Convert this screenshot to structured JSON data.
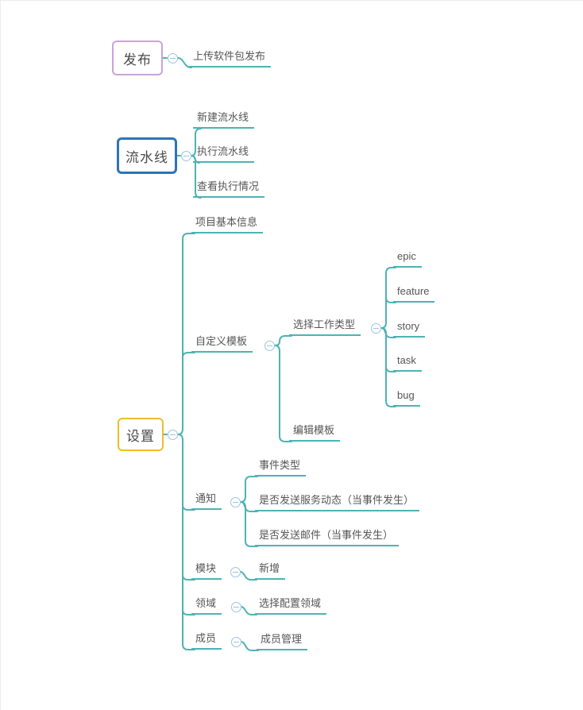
{
  "colors": {
    "line": "#4db3b3",
    "release-border": "#cba2dd",
    "pipeline-border": "#2e74b5",
    "settings-border": "#eebc2c",
    "collapse-border": "#9cc3e0"
  },
  "mindmap": {
    "roots": [
      {
        "label": "发布",
        "children": [
          {
            "label": "上传软件包发布"
          }
        ]
      },
      {
        "label": "流水线",
        "children": [
          {
            "label": "新建流水线"
          },
          {
            "label": "执行流水线"
          },
          {
            "label": "查看执行情况"
          }
        ]
      },
      {
        "label": "设置",
        "children": [
          {
            "label": "项目基本信息"
          },
          {
            "label": "自定义模板",
            "children": [
              {
                "label": "选择工作类型",
                "children": [
                  {
                    "label": "epic"
                  },
                  {
                    "label": "feature"
                  },
                  {
                    "label": "story"
                  },
                  {
                    "label": "task"
                  },
                  {
                    "label": "bug"
                  }
                ]
              },
              {
                "label": "编辑模板"
              }
            ]
          },
          {
            "label": "通知",
            "children": [
              {
                "label": "事件类型"
              },
              {
                "label": "是否发送服务动态（当事件发生）"
              },
              {
                "label": "是否发送邮件（当事件发生）"
              }
            ]
          },
          {
            "label": "模块",
            "children": [
              {
                "label": "新增"
              }
            ]
          },
          {
            "label": "领域",
            "children": [
              {
                "label": "选择配置领域"
              }
            ]
          },
          {
            "label": "成员",
            "children": [
              {
                "label": "成员管理"
              }
            ]
          }
        ]
      }
    ]
  }
}
